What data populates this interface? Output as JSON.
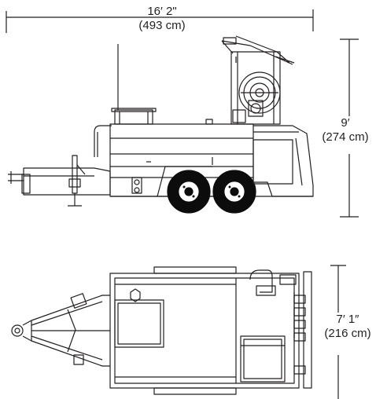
{
  "dimensions": {
    "length": {
      "imperial": "16′ 2\"",
      "metric": "(493 cm)"
    },
    "height": {
      "imperial": "9′",
      "metric": "(274 cm)"
    },
    "width": {
      "imperial": "7′ 1″",
      "metric": "(216 cm)"
    }
  },
  "colors": {
    "line": "#231f20",
    "tire": "#0c0c0c",
    "rim": "#ffffff"
  }
}
